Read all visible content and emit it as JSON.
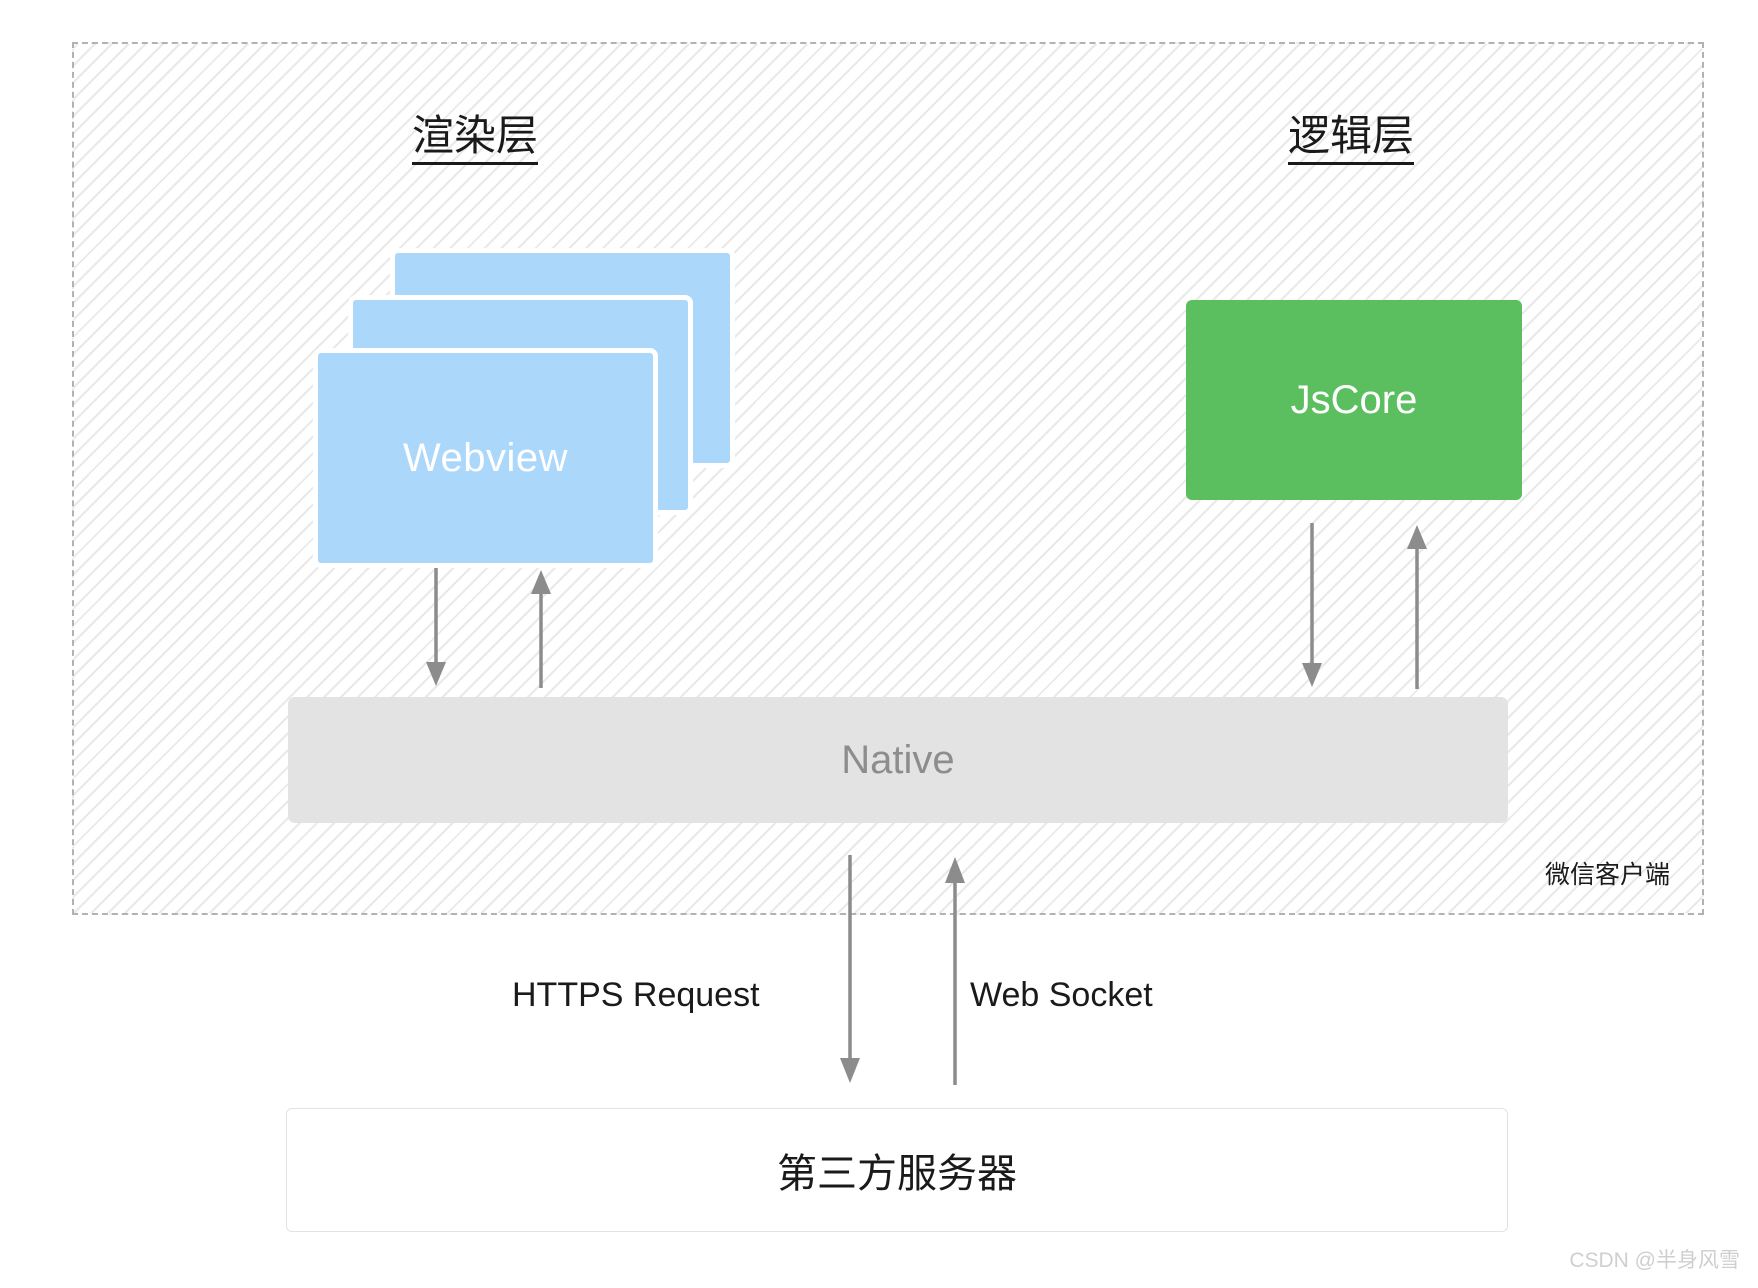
{
  "diagram": {
    "title_render_layer": "渲染层",
    "title_logic_layer": "逻辑层",
    "client_caption": "微信客户端",
    "webview_label": "Webview",
    "jscore_label": "JsCore",
    "native_label": "Native",
    "server_label": "第三方服务器",
    "https_label": "HTTPS Request",
    "websocket_label": "Web Socket",
    "watermark": "CSDN @半身风雪"
  },
  "colors": {
    "webview_fill": "#abd7fb",
    "jscore_fill": "#5cbf5f",
    "native_fill": "#e3e3e3",
    "arrow": "#8c8c8c",
    "dashed_border": "#b0b2b5",
    "server_border": "#e2e2e2",
    "text_dark": "#1a1a1a",
    "text_gray": "#8d8d8d",
    "watermark": "#cfcfcf"
  },
  "arrows": [
    {
      "name": "webview-to-native",
      "direction": "down"
    },
    {
      "name": "native-to-webview",
      "direction": "up"
    },
    {
      "name": "jscore-to-native",
      "direction": "down"
    },
    {
      "name": "native-to-jscore",
      "direction": "up"
    },
    {
      "name": "native-to-server",
      "direction": "down"
    },
    {
      "name": "server-to-native",
      "direction": "up"
    }
  ]
}
